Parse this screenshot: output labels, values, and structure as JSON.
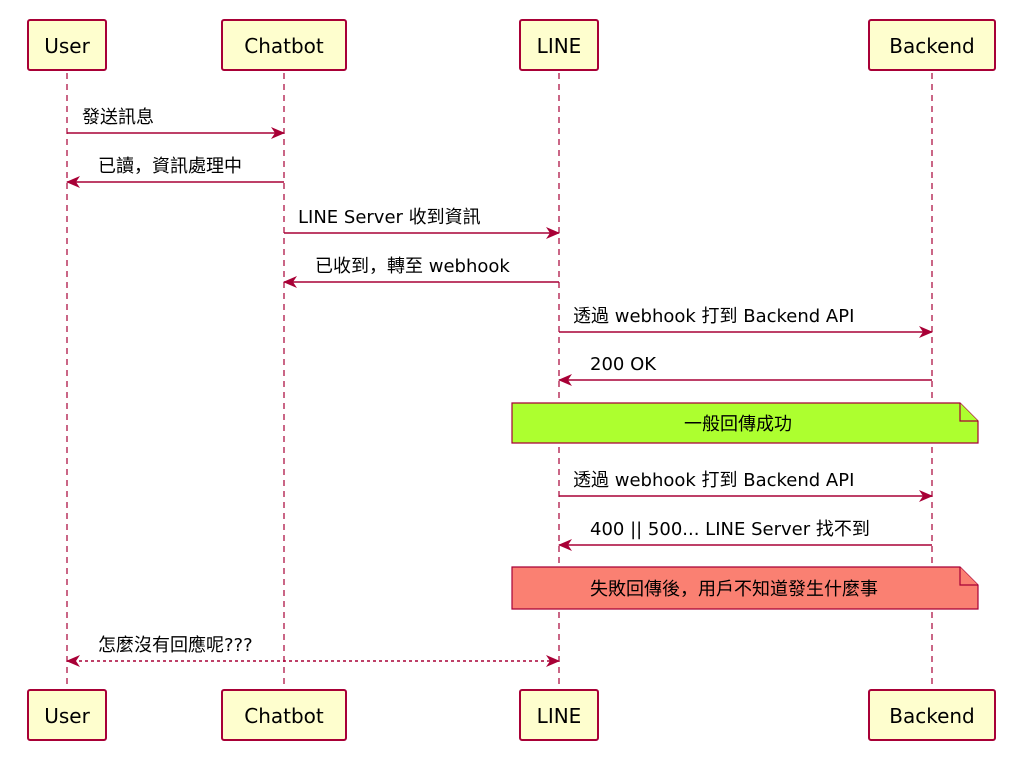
{
  "participants": [
    {
      "id": "user",
      "label": "User"
    },
    {
      "id": "chatbot",
      "label": "Chatbot"
    },
    {
      "id": "line",
      "label": "LINE"
    },
    {
      "id": "backend",
      "label": "Backend"
    }
  ],
  "messages": [
    {
      "from": "user",
      "to": "chatbot",
      "label": "發送訊息",
      "style": "solid"
    },
    {
      "from": "chatbot",
      "to": "user",
      "label": "已讀，資訊處理中",
      "style": "solid"
    },
    {
      "from": "chatbot",
      "to": "line",
      "label": "LINE Server 收到資訊",
      "style": "solid"
    },
    {
      "from": "line",
      "to": "chatbot",
      "label": "已收到，轉至 webhook",
      "style": "solid"
    },
    {
      "from": "line",
      "to": "backend",
      "label": "透過 webhook 打到 Backend API",
      "style": "solid"
    },
    {
      "from": "backend",
      "to": "line",
      "label": "200 OK",
      "style": "solid"
    },
    {
      "from": "line",
      "to": "backend",
      "label": "透過 webhook 打到 Backend API",
      "style": "solid"
    },
    {
      "from": "backend",
      "to": "line",
      "label": "400 || 500... LINE Server 找不到",
      "style": "solid"
    },
    {
      "from": "user",
      "to": "line",
      "label": "怎麼沒有回應呢???",
      "style": "dashed",
      "bidirectional": true
    }
  ],
  "notes": [
    {
      "label": "一般回傳成功",
      "color": "#ADFF2F",
      "over": [
        "line",
        "backend"
      ]
    },
    {
      "label": "失敗回傳後，用戶不知道發生什麼事",
      "color": "#FA8072",
      "over": [
        "line",
        "backend"
      ]
    }
  ],
  "colors": {
    "participant_fill": "#FEFECE",
    "line_color": "#A80036"
  }
}
